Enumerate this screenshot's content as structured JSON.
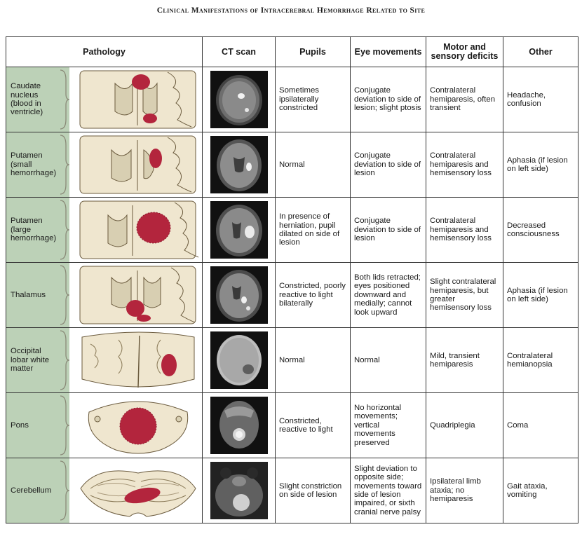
{
  "title": "Clinical Manifestations of Intracerebral Hemorrhage Related to Site",
  "headers": {
    "pathology": "Pathology",
    "ct": "CT scan",
    "pupils": "Pupils",
    "eye": "Eye movements",
    "motor": "Motor and sensory deficits",
    "other": "Other"
  },
  "rows": [
    {
      "site": "Caudate nucleus (blood in ventricle)",
      "pupils": "Sometimes ipsilaterally constricted",
      "eye": "Conjugate deviation to side of lesion; slight ptosis",
      "motor": "Contralateral hemiparesis, often transient",
      "other": "Headache, confusion"
    },
    {
      "site": "Putamen (small hemorrhage)",
      "pupils": "Normal",
      "eye": "Conjugate deviation to side of lesion",
      "motor": "Contralateral hemiparesis and hemisensory loss",
      "other": "Aphasia (if lesion on left side)"
    },
    {
      "site": "Putamen (large hemorrhage)",
      "pupils": "In presence of herniation, pupil dilated on side of lesion",
      "eye": "Conjugate deviation to side of lesion",
      "motor": "Contralateral hemiparesis and hemisensory loss",
      "other": "Decreased consciousness"
    },
    {
      "site": "Thalamus",
      "pupils": "Constricted, poorly reactive to light bilaterally",
      "eye": "Both lids retracted; eyes positioned downward and medially; cannot look upward",
      "motor": "Slight contralateral hemiparesis, but greater hemisensory loss",
      "other": "Aphasia (if lesion on left side)"
    },
    {
      "site": "Occipital lobar white matter",
      "pupils": "Normal",
      "eye": "Normal",
      "motor": "Mild, transient hemiparesis",
      "other": "Contralateral hemianopsia"
    },
    {
      "site": "Pons",
      "pupils": "Constricted, reactive to light",
      "eye": "No horizontal movements; vertical movements preserved",
      "motor": "Quadriplegia",
      "other": "Coma"
    },
    {
      "site": "Cerebellum",
      "pupils": "Slight constriction on side of lesion",
      "eye": "Slight deviation to opposite side; movements toward side of lesion impaired, or sixth cranial nerve palsy",
      "motor": "Ipsilateral limb ataxia; no hemiparesis",
      "other": "Gait ataxia, vomiting"
    }
  ],
  "colors": {
    "pathology_band": "#bcd1b7",
    "brain_tissue": "#efe6cf",
    "hemorrhage": "#b3253d"
  }
}
